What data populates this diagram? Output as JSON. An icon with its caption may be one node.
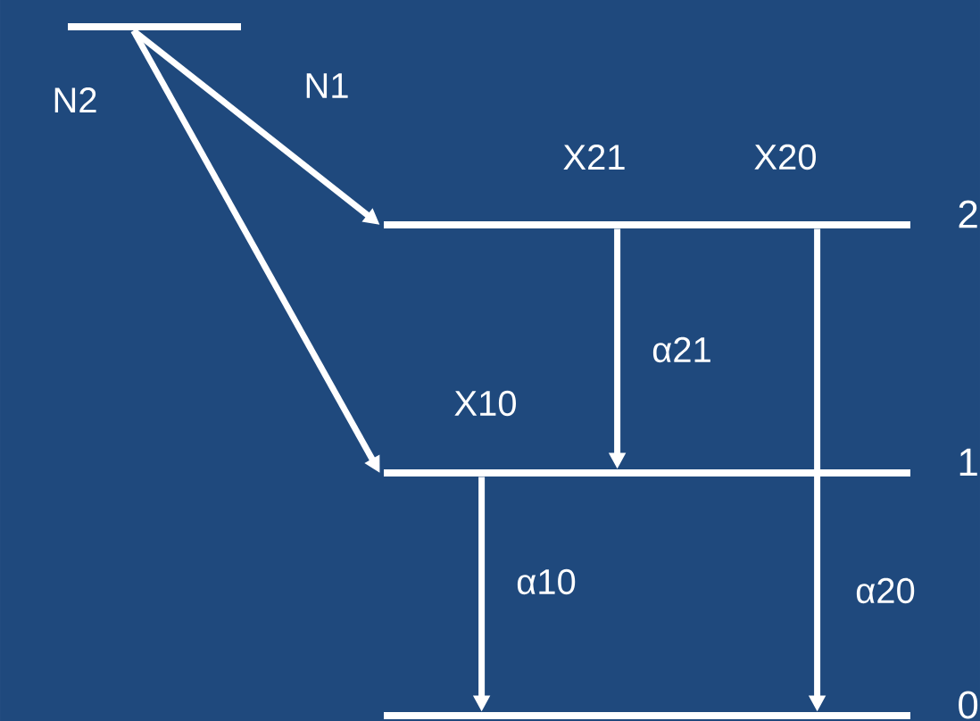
{
  "diagram": {
    "nodes": [
      {
        "text": [],
        "shape": "bar"
      },
      {
        "text": [],
        "shape": "bar",
        "beside": [
          "2"
        ]
      },
      {
        "text": [],
        "shape": "bar",
        "beside": [
          "1"
        ]
      },
      {
        "text": [],
        "shape": "bar",
        "beside": [
          "0"
        ]
      }
    ],
    "edges": [
      {
        "from": 0,
        "to": 1,
        "arrow": "to",
        "label": "N1"
      },
      {
        "from": 0,
        "to": 2,
        "arrow": "to",
        "label": "N2"
      },
      {
        "from": 1,
        "to": 2,
        "arrow": "to",
        "label": "α21"
      },
      {
        "from": 1,
        "to": 3,
        "arrow": "to",
        "label": "α20"
      },
      {
        "from": 2,
        "to": 3,
        "arrow": "to",
        "label": "α10"
      }
    ],
    "labels": [
      "X21",
      "X20",
      "X10"
    ]
  }
}
